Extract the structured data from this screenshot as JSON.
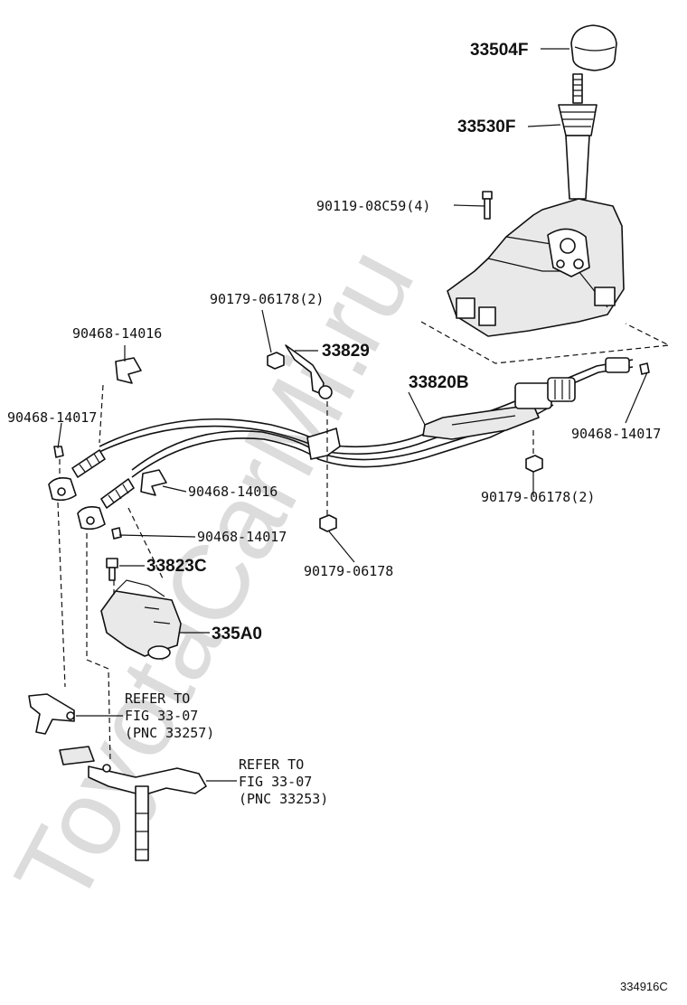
{
  "watermark": "ToyotaCarMi.ru",
  "figure_code": "334916C",
  "labels": {
    "knob": "33504F",
    "boot": "33530F",
    "bolt_base": "90119-08C59(4)",
    "nut_bracket_top": "90179-06178(2)",
    "plate_33829": "33829",
    "cable_assy": "33820B",
    "clip_top_left": "90468-14016",
    "clip_left": "90468-14017",
    "clip_right": "90468-14017",
    "nut_right": "90179-06178(2)",
    "clip_middle": "90468-14016",
    "clip_lower": "90468-14017",
    "bolt_33823c": "33823C",
    "nut_middle": "90179-06178",
    "bracket_335a0": "335A0"
  },
  "references": {
    "ref1_line1": "REFER TO",
    "ref1_line2": "FIG 33-07",
    "ref1_line3": "(PNC 33257)",
    "ref2_line1": "REFER TO",
    "ref2_line2": "FIG 33-07",
    "ref2_line3": "(PNC 33253)"
  }
}
